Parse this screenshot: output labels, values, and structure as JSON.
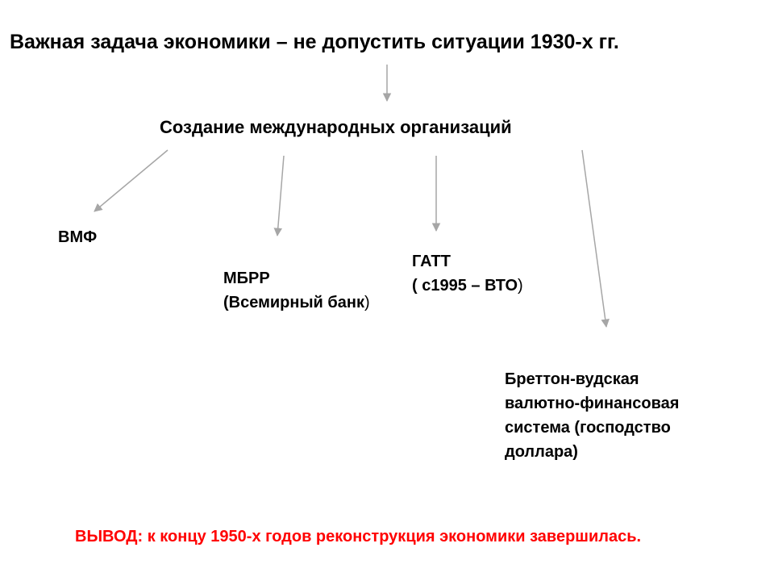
{
  "title": "Важная задача экономики – не допустить ситуации 1930-х гг.",
  "subtitle": "Создание международных организаций",
  "nodes": {
    "vmf": {
      "line1": "ВМФ"
    },
    "mbrr": {
      "line1": "МБРР",
      "line2_main": "(Всемирный банк",
      "line2_paren": ")"
    },
    "gatt": {
      "line1": "ГАТТ",
      "line2_main": "( с1995 – ВТО",
      "line2_paren": ")"
    },
    "bretton": {
      "line1": "Бреттон-вудская",
      "line2": "валютно-финансовая",
      "line3": "система (господство",
      "line4": "доллара)"
    }
  },
  "conclusion": "ВЫВОД: к концу 1950-х годов реконструкция экономики завершилась.",
  "colors": {
    "arrow": "#a6a6a6",
    "conclusion": "#ff0000",
    "text": "#000000"
  }
}
